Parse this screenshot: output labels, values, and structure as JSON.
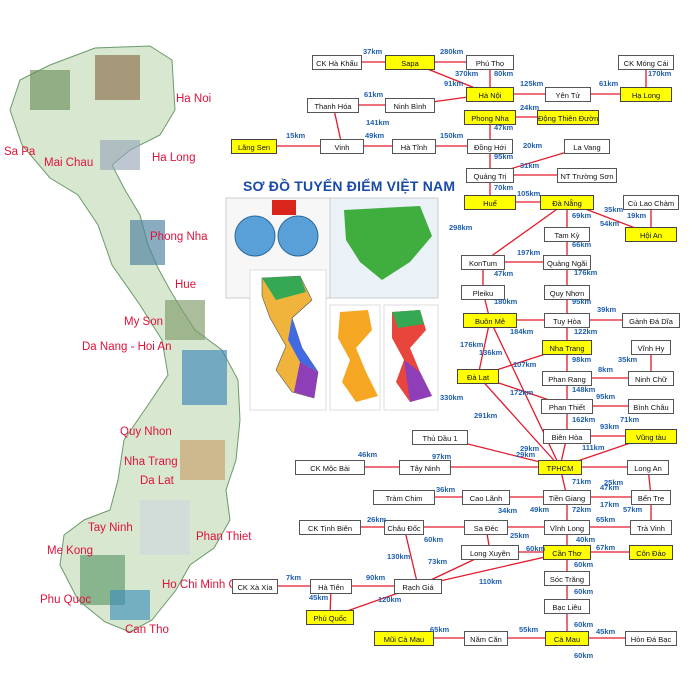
{
  "title": "SƠ ĐỒ TUYẾN ĐIỂM VIỆT NAM",
  "colors": {
    "highlight": "#ffff00",
    "arrow": "#e21a2c",
    "distance": "#1f5fb0",
    "city": "#e0123a",
    "title": "#1a4aa8"
  },
  "cities": [
    "Ha Noi",
    "Sa Pa",
    "Mai Chau",
    "Ha Long",
    "Phong Nha",
    "Hue",
    "My Son",
    "Da Nang - Hoi An",
    "Quy Nhon",
    "Nha Trang",
    "Da Lat",
    "Tay Ninh",
    "Phan Thiet",
    "Me Kong",
    "Ho Chi Minh City",
    "Phu Quoc",
    "Can Tho"
  ],
  "nodes": [
    "CK Hà Khẩu",
    "Sapa",
    "Phú Thọ",
    "CK Móng Cái",
    "Hà Nội",
    "Yên Tử",
    "Hạ Long",
    "Thanh Hóa",
    "Ninh Bình",
    "Phong Nha",
    "Động Thiên Đường",
    "Lăng Sen",
    "Vinh",
    "Hà Tĩnh",
    "Đồng Hới",
    "La Vang",
    "Quảng Trị",
    "NT Trường Sơn",
    "Huế",
    "Đà Nẵng",
    "Cù Lao Chàm",
    "Tam Kỳ",
    "Hội An",
    "KonTum",
    "Quảng Ngãi",
    "Pleiku",
    "Quy Nhơn",
    "Buôn Mê",
    "Tuy Hòa",
    "Gành Đá Dĩa",
    "Nha Trang",
    "Vĩnh Hy",
    "Đà Lạt",
    "Phan Rang",
    "Ninh Chữ",
    "Phan Thiết",
    "Bình Châu",
    "Biên Hòa",
    "Vũng tàu",
    "Thủ Dầu 1",
    "CK Mộc Bài",
    "Tây Ninh",
    "TPHCM",
    "Long An",
    "Tràm Chim",
    "Cao Lãnh",
    "Tiền Giang",
    "Bến Tre",
    "CK Tịnh Biên",
    "Châu Đốc",
    "Sa Đéc",
    "Vĩnh Long",
    "Trà Vinh",
    "Long Xuyên",
    "Cần Thơ",
    "Côn Đảo",
    "CK Xà Xía",
    "Hà Tiên",
    "Rạch Giá",
    "Sóc Trăng",
    "Phú Quốc",
    "Bạc Liêu",
    "Mũi Cà Mau",
    "Năm Căn",
    "Cà Mau",
    "Hòn Đá Bạc"
  ],
  "distances": [
    "37km",
    "280km",
    "370km",
    "80km",
    "91km",
    "125km",
    "61km",
    "170km",
    "61km",
    "24km",
    "141km",
    "47km",
    "15km",
    "49km",
    "150km",
    "20km",
    "95km",
    "31km",
    "70km",
    "105km",
    "69km",
    "35km",
    "54km",
    "19km",
    "298km",
    "66km",
    "197km",
    "47km",
    "176km",
    "180km",
    "95km",
    "184km",
    "122km",
    "39km",
    "176km",
    "136km",
    "107km",
    "98km",
    "35km",
    "8km",
    "172km",
    "148km",
    "95km",
    "330km",
    "291km",
    "162km",
    "71km",
    "93km",
    "29km",
    "29km",
    "111km",
    "46km",
    "97km",
    "71km",
    "25km",
    "47km",
    "36km",
    "34km",
    "49km",
    "72km",
    "17km",
    "65km",
    "57km",
    "26km",
    "25km",
    "60km",
    "60km",
    "130km",
    "73km",
    "40km",
    "60km",
    "67km",
    "110km",
    "7km",
    "90km",
    "60km",
    "45km",
    "120km",
    "60km",
    "65km",
    "55km",
    "45km",
    "60km"
  ]
}
